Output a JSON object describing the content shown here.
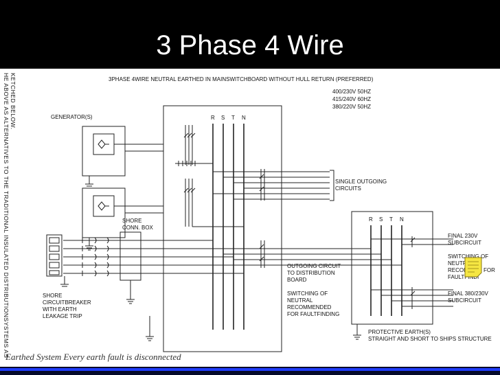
{
  "slide": {
    "title": "3 Phase 4 Wire",
    "caption": "Earthed System Every earth fault is disconnected"
  },
  "diagram": {
    "heading": "3PHASE 4WIRE  NEUTRAL EARTHED IN MAINSWITCHBOARD WITHOUT HULL RETURN (PREFERRED)",
    "ratings": [
      "400/230V  50HZ",
      "415/240V  60HZ",
      "380/220V  50HZ"
    ],
    "side_note": [
      "HE ABOVE AS ALTERNATIVES TO THE TRADITIONAL INSULATED DISTRIBUTIONSYSTEMS AS",
      "KETCHED BELOW."
    ],
    "generator_label": "GENERATOR(S)",
    "main_bus_labels": [
      "R",
      "S",
      "T",
      "N"
    ],
    "dist_bus_labels": [
      "R",
      "S",
      "T",
      "N"
    ],
    "single_outgoing": [
      "SINGLE OUTGOING",
      "CIRCUITS"
    ],
    "shore_box": [
      "SHORE",
      "CONN. BOX"
    ],
    "shore_breaker": [
      "SHORE",
      "CIRCUITBREAKER",
      "WITH EARTH",
      "LEAKAGE TRIP"
    ],
    "outgoing_circuit": [
      "OUTGOING CIRCUIT",
      "TO DISTRIBUTION",
      "BOARD"
    ],
    "switching_neutral": [
      "SWITCHING OF",
      "NEUTRAL",
      "RECOMMENDED",
      "FOR FAULTFINDING"
    ],
    "final_230": [
      "FINAL 230V",
      "SUBCIRCUIT"
    ],
    "switching_neutral_2": [
      "SWITCHING OF",
      "NEUTRAL",
      "RECOMME",
      "FAULTFINDI"
    ],
    "for_label": "FOR",
    "final_380": [
      "FINAL 380/230V",
      "SUBCIRCUIT"
    ],
    "protective_earth": [
      "PROTECTIVE EARTH(S)",
      "STRAIGHT AND SHORT TO SHIPS STRUCTURE"
    ]
  },
  "colors": {
    "header_bg": "#000000",
    "sheet_bg": "#ffffff",
    "sticky_note": "#f5e642",
    "footer_blue": "#1f3cff"
  }
}
